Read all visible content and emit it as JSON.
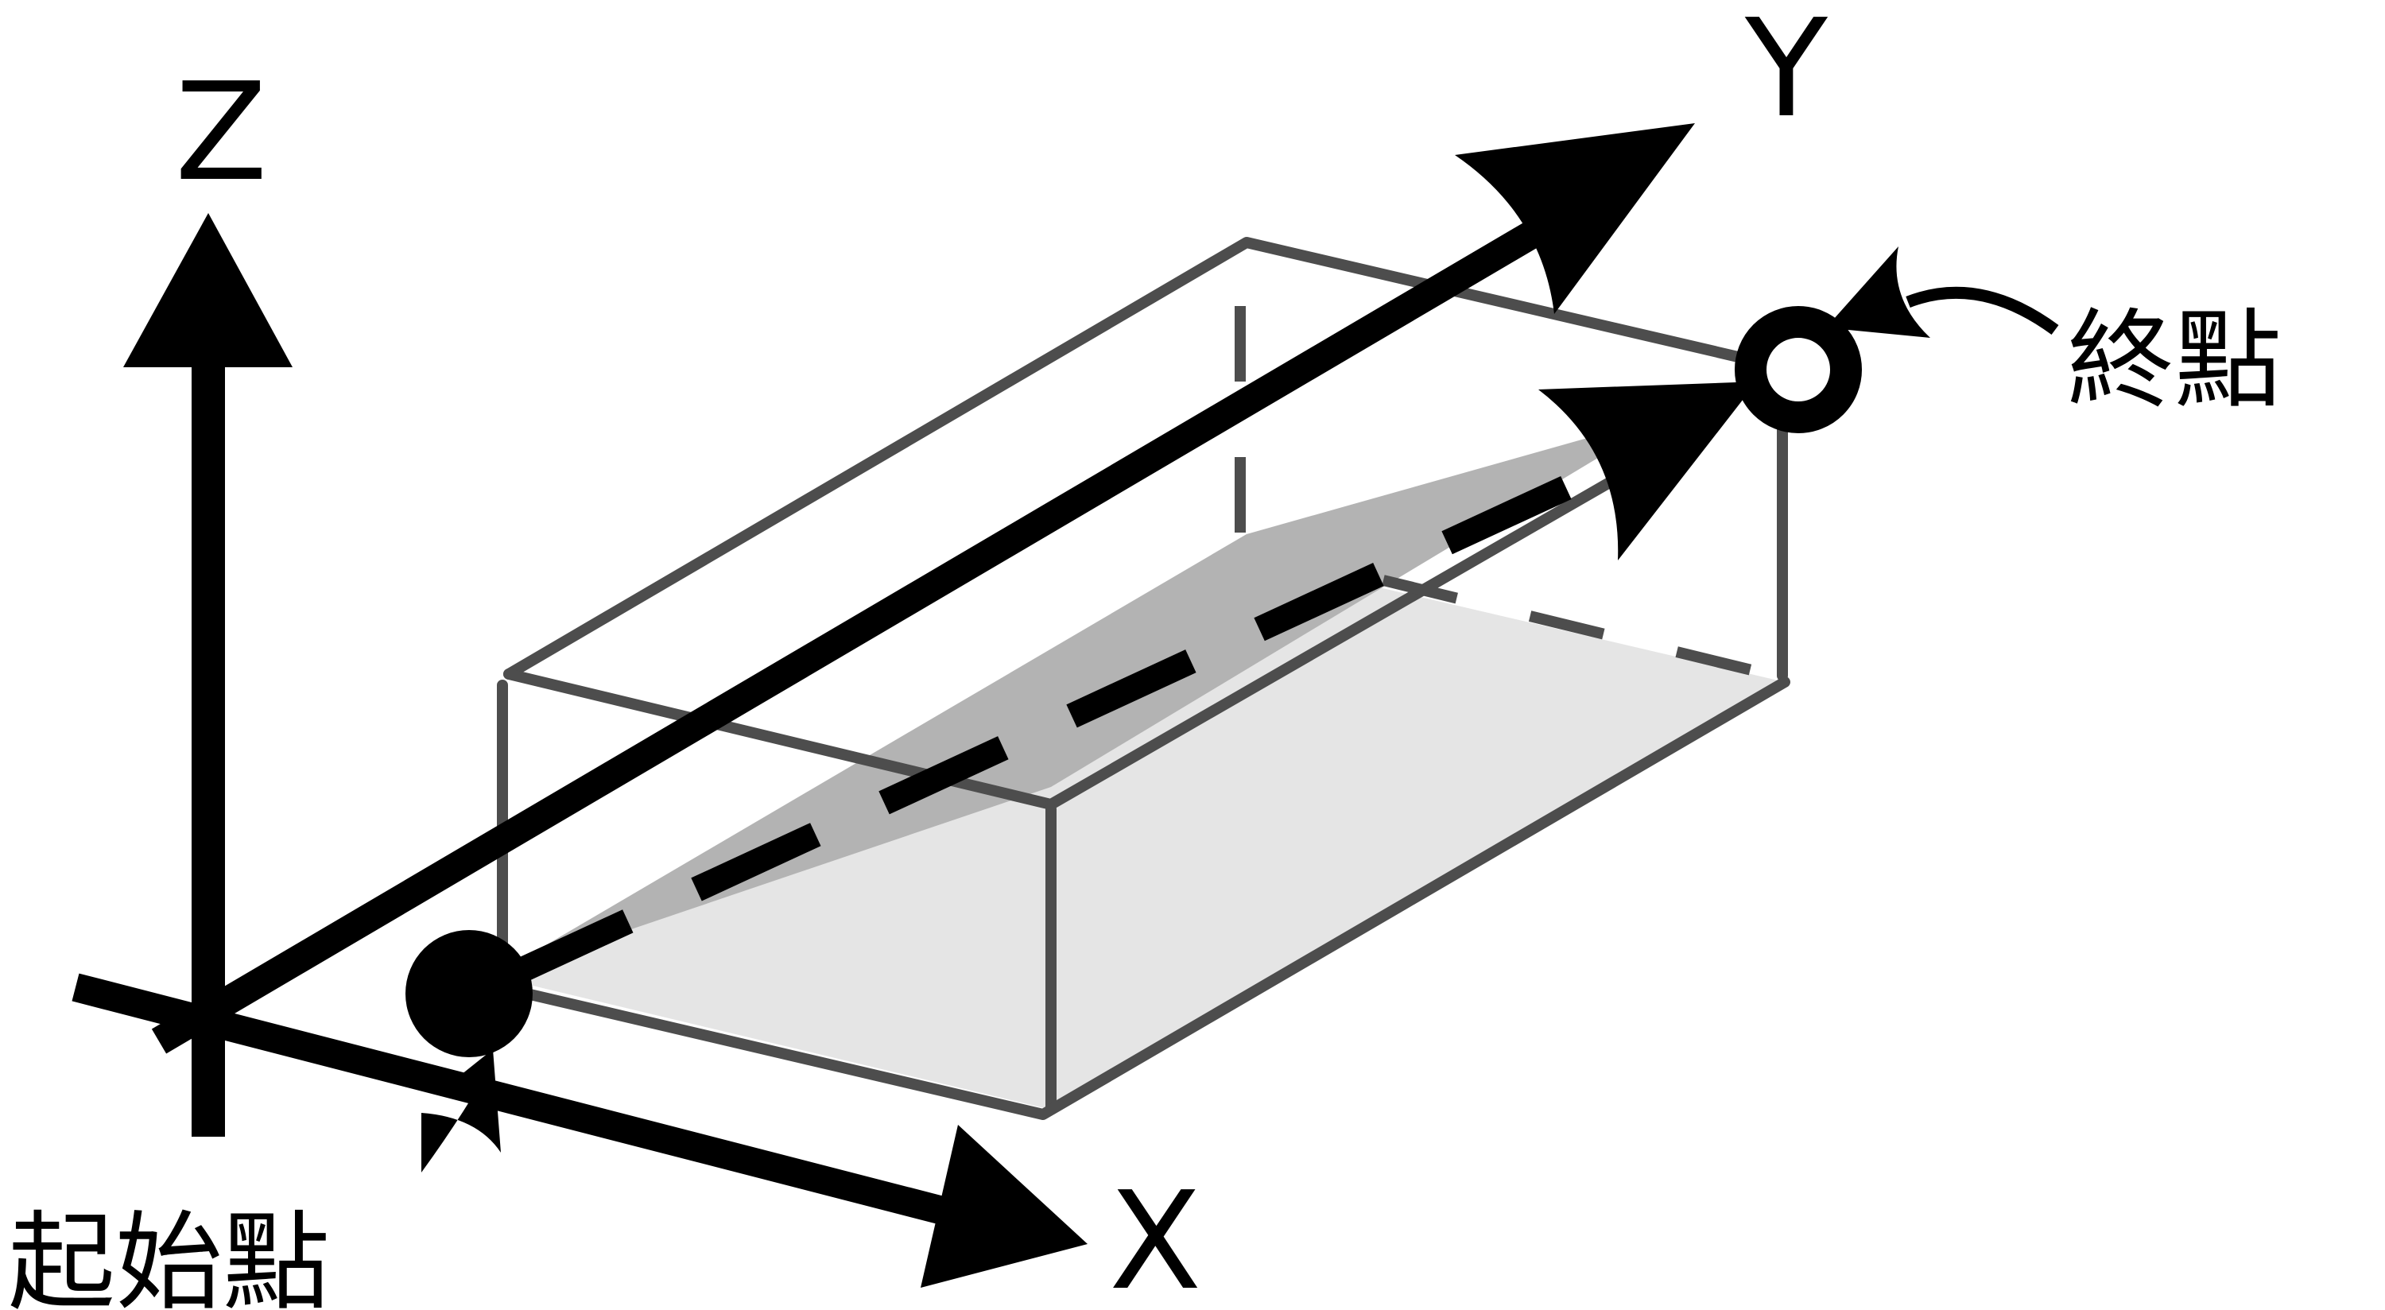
{
  "axes": {
    "x_label": "X",
    "y_label": "Y",
    "z_label": "Z"
  },
  "points": {
    "start_label": "起始點",
    "end_label": "終點"
  },
  "colors": {
    "axis": "#000000",
    "box_edge": "#4d4d4d",
    "bottom_face": "#e5e5e5",
    "diagonal_plane": "#b3b3b3",
    "path_line": "#000000",
    "start_point": "#000000",
    "end_point": "#000000"
  }
}
